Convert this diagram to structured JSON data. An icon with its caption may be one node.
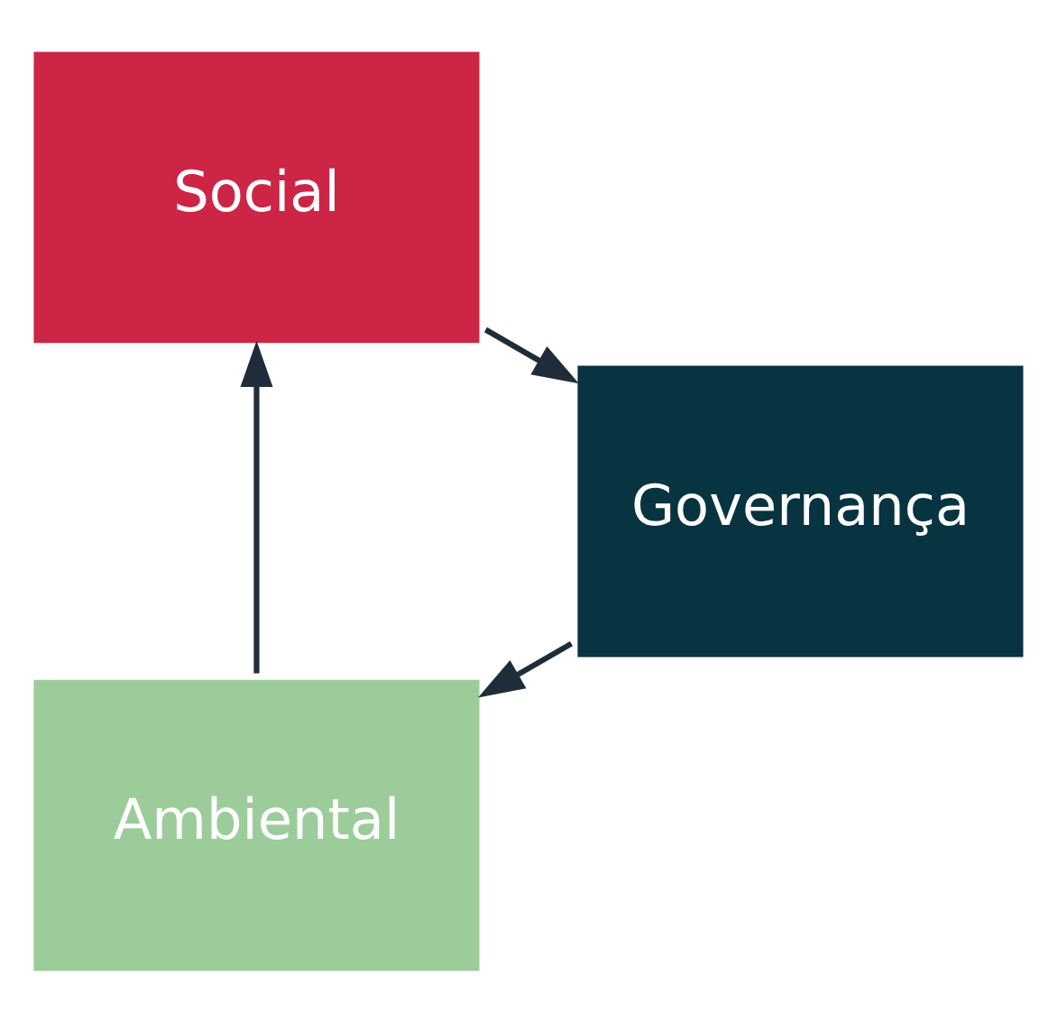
{
  "diagram": {
    "nodes": [
      {
        "text": [
          "Ambiental"
        ]
      },
      {
        "text": [
          "Social"
        ]
      },
      {
        "text": [
          "Governança"
        ]
      }
    ],
    "edges": [
      {
        "from": 0,
        "to": 1,
        "arrow": "to"
      },
      {
        "from": 1,
        "to": 2,
        "arrow": "to"
      },
      {
        "from": 2,
        "to": 0,
        "arrow": "to"
      }
    ]
  }
}
